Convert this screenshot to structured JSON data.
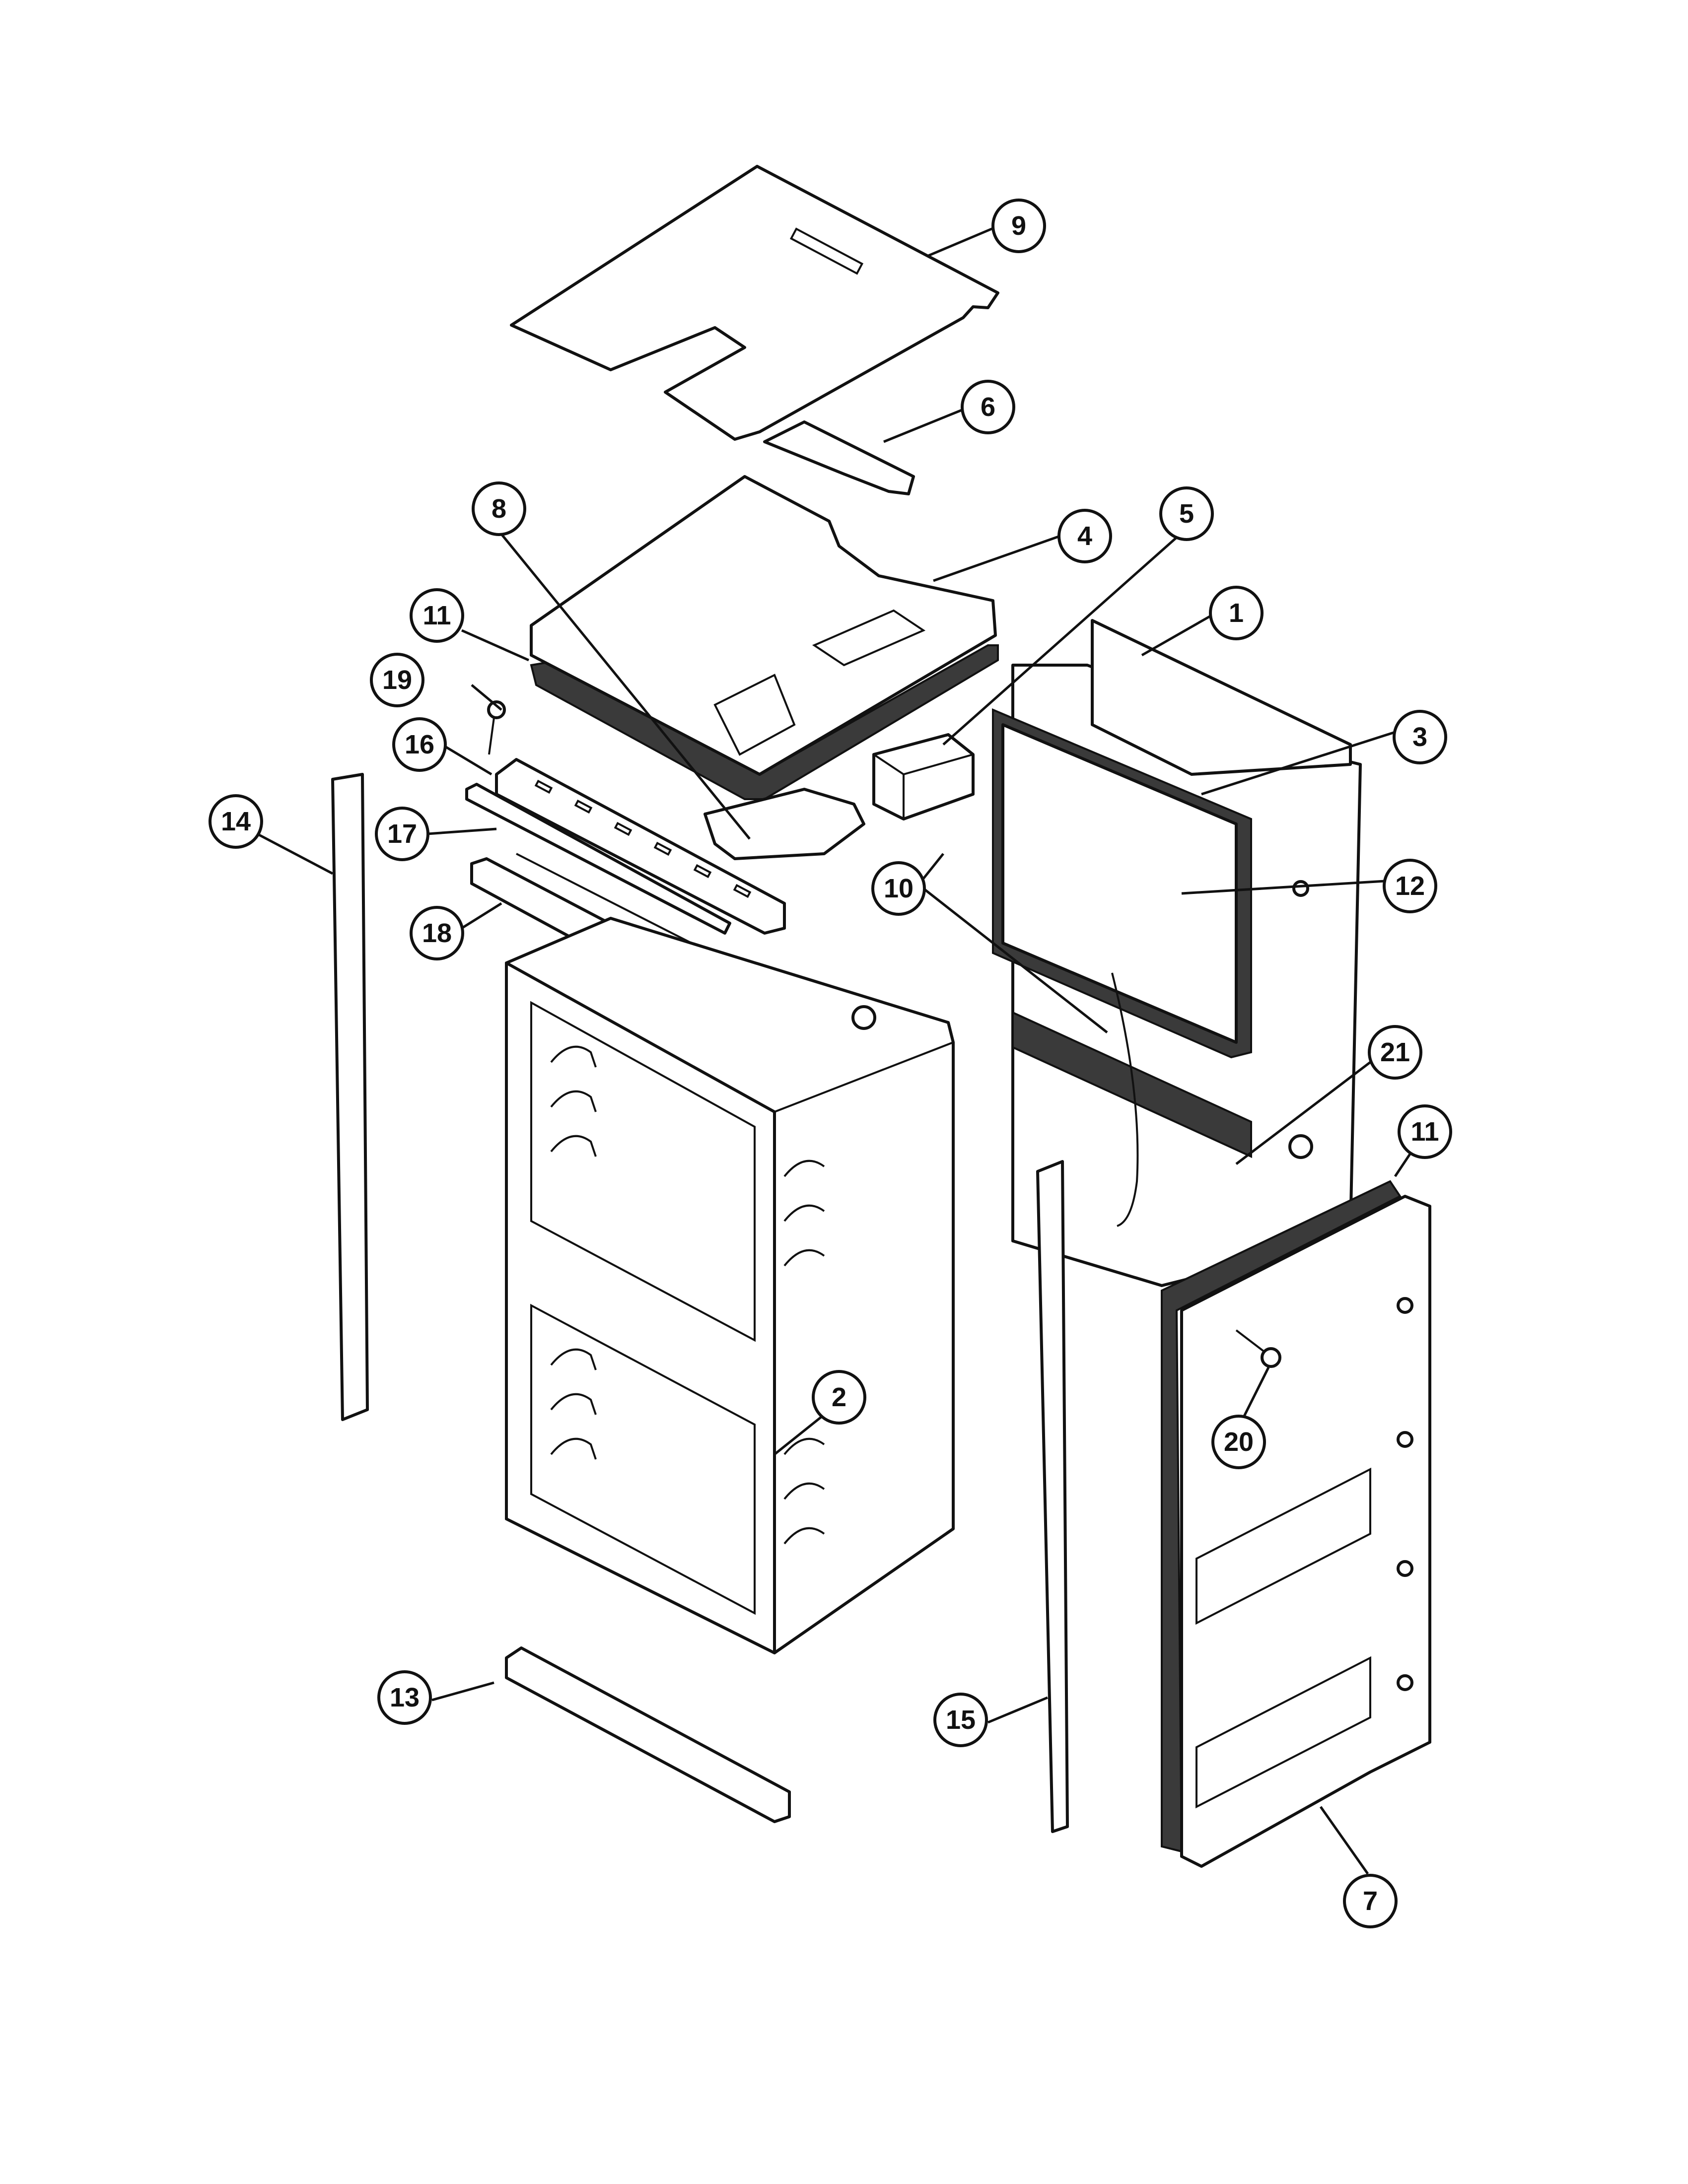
{
  "callouts": [
    {
      "id": "9",
      "label": "9"
    },
    {
      "id": "6",
      "label": "6"
    },
    {
      "id": "8",
      "label": "8"
    },
    {
      "id": "4",
      "label": "4"
    },
    {
      "id": "5",
      "label": "5"
    },
    {
      "id": "1",
      "label": "1"
    },
    {
      "id": "11a",
      "label": "11"
    },
    {
      "id": "19",
      "label": "19"
    },
    {
      "id": "3",
      "label": "3"
    },
    {
      "id": "16",
      "label": "16"
    },
    {
      "id": "14",
      "label": "14"
    },
    {
      "id": "17",
      "label": "17"
    },
    {
      "id": "12",
      "label": "12"
    },
    {
      "id": "10",
      "label": "10"
    },
    {
      "id": "18",
      "label": "18"
    },
    {
      "id": "21",
      "label": "21"
    },
    {
      "id": "11b",
      "label": "11"
    },
    {
      "id": "2",
      "label": "2"
    },
    {
      "id": "20",
      "label": "20"
    },
    {
      "id": "13",
      "label": "13"
    },
    {
      "id": "15",
      "label": "15"
    },
    {
      "id": "7",
      "label": "7"
    }
  ],
  "colors": {
    "line": "#111111",
    "background": "#ffffff",
    "insulation": "#3a3a3a"
  }
}
